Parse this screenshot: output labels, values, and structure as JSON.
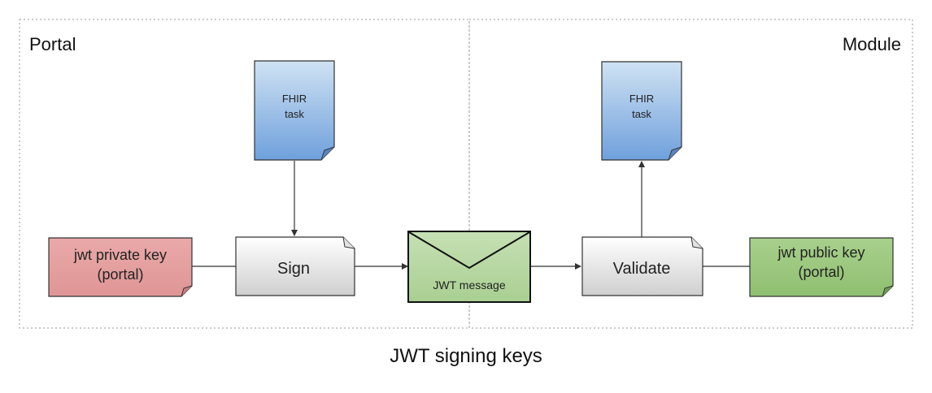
{
  "diagram": {
    "caption": "JWT signing keys",
    "zones": {
      "left": "Portal",
      "right": "Module"
    },
    "nodes": {
      "fhir_task_left": {
        "line1": "FHIR",
        "line2": "task"
      },
      "fhir_task_right": {
        "line1": "FHIR",
        "line2": "task"
      },
      "private_key": {
        "line1": "jwt private key",
        "line2": "(portal)"
      },
      "sign": {
        "label": "Sign"
      },
      "jwt_message": {
        "label": "JWT message"
      },
      "validate": {
        "label": "Validate"
      },
      "public_key": {
        "line1": "jwt public key",
        "line2": "(portal)"
      }
    },
    "colors": {
      "private_key_fill": "#e6a1a1",
      "public_key_fill": "#93c47d",
      "message_fill": "#b6d7a8",
      "task_fill_top": "#cfe2f3",
      "task_fill_bottom": "#6d9eeb",
      "process_fill_top": "#ffffff",
      "process_fill_bottom": "#cccccc"
    }
  }
}
